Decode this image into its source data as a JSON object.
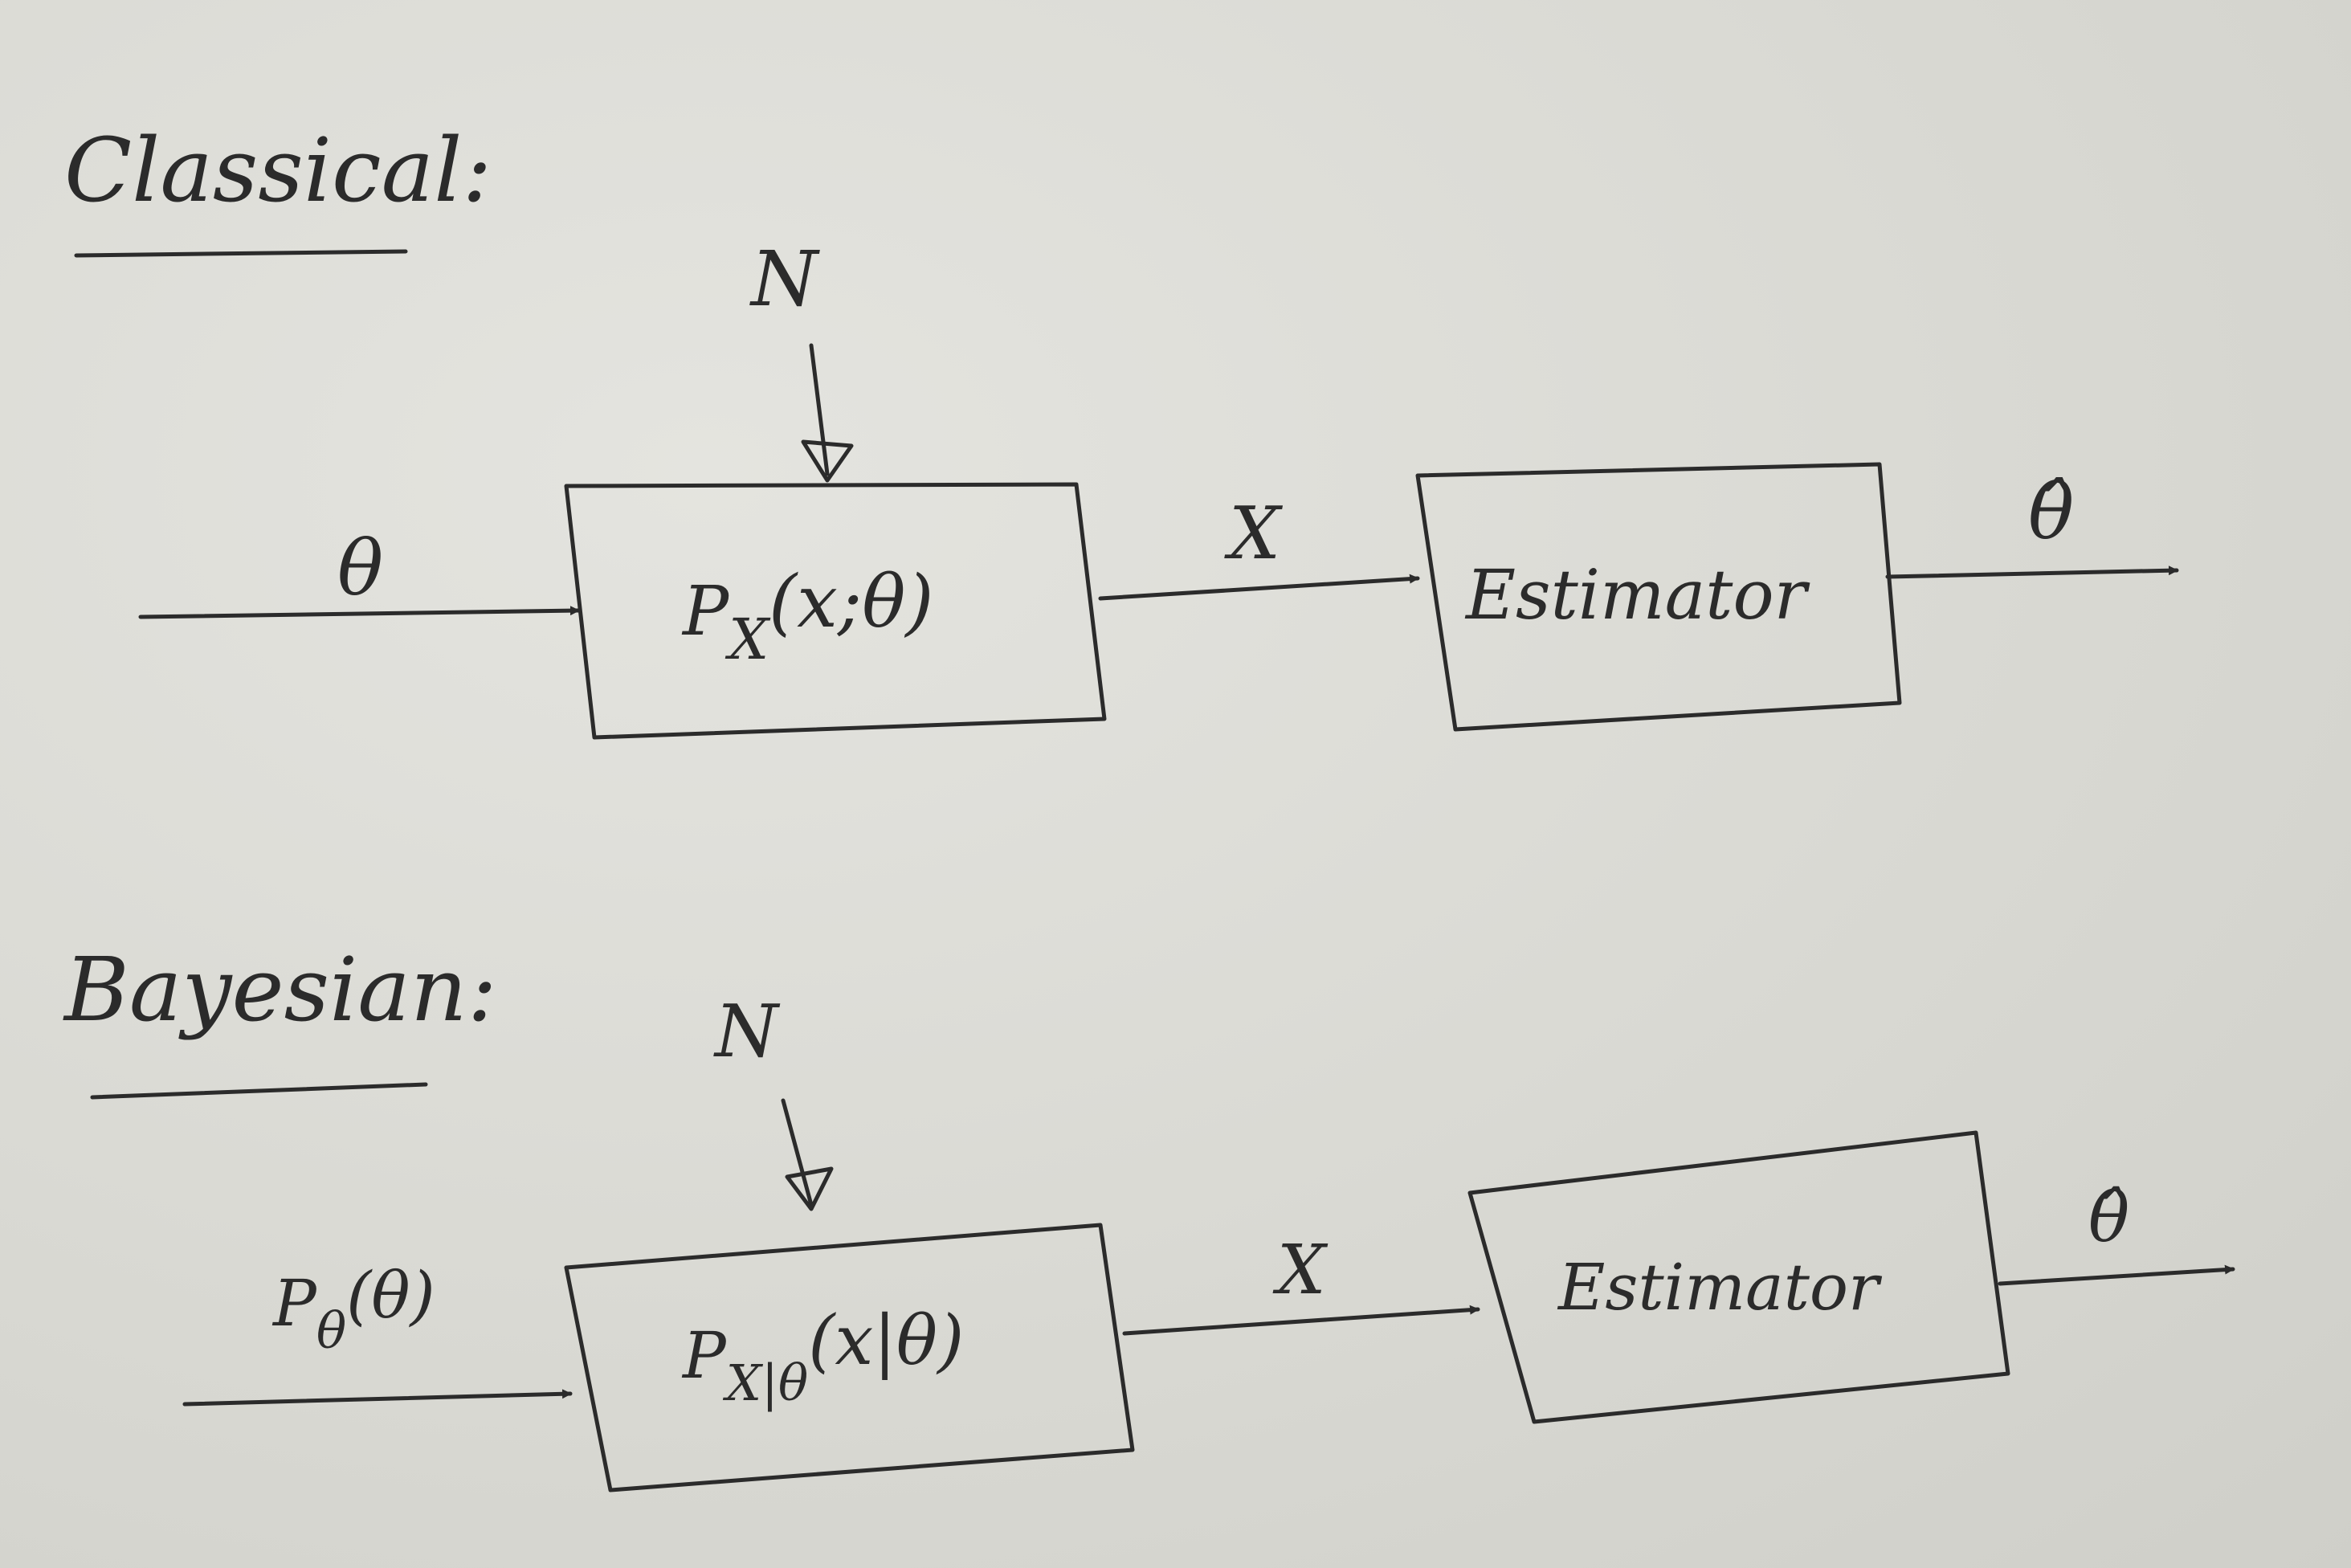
{
  "classical": {
    "heading": "Classical:",
    "noise": "N",
    "input": "θ",
    "system": {
      "base": "P",
      "sub": "X",
      "args": "(x;θ)"
    },
    "signal": "X",
    "estimator": "Estimator",
    "output": "θ̂"
  },
  "bayesian": {
    "heading": "Bayesian:",
    "noise": "N",
    "input": {
      "base": "P",
      "sub": "θ",
      "args": "(θ)"
    },
    "system": {
      "base": "P",
      "sub": "X|θ",
      "args": "(x|θ)"
    },
    "signal": "X",
    "estimator": "Estimator",
    "output": "θ̂"
  }
}
